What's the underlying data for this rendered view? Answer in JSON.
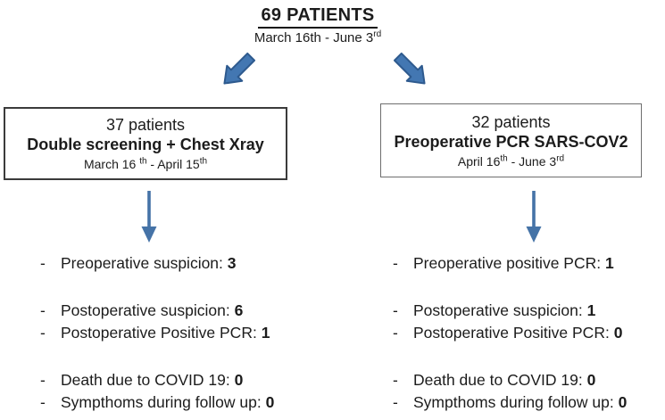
{
  "colors": {
    "arrow_fill": "#4377B2",
    "arrow_outline": "#2E5A8E",
    "thin_arrow": "#4573A7",
    "left_box_border": "#3B3B3B",
    "right_box_border": "#6E6E6E",
    "text": "#1C1C1C"
  },
  "header": {
    "title": "69 PATIENTS",
    "subtitle_main": "March 16th - June 3",
    "subtitle_sup": "rd"
  },
  "left_branch": {
    "box": {
      "patients": "37 patients",
      "method": "Double screening + Chest Xray",
      "date_p1": "March 16 ",
      "date_s1": "th",
      "date_p2": " - April 15",
      "date_s2": "th"
    },
    "bullet": "-",
    "items": [
      {
        "label": "Preoperative suspicion: ",
        "value": "3"
      },
      {
        "label": "Postoperative suspicion: ",
        "value": "6"
      },
      {
        "label": "Postoperative Positive PCR: ",
        "value": "1"
      },
      {
        "label": "Death due to COVID 19: ",
        "value": "0"
      },
      {
        "label": "Sympthoms during follow up: ",
        "value": "0"
      }
    ]
  },
  "right_branch": {
    "box": {
      "patients": "32 patients",
      "method": "Preoperative PCR SARS-COV2",
      "date_p1": "April 16",
      "date_s1": "th",
      "date_p2": " -  June 3",
      "date_s2": "rd"
    },
    "bullet": "-",
    "items": [
      {
        "label": "Preoperative positive PCR: ",
        "value": "1"
      },
      {
        "label": "Postoperative suspicion: ",
        "value": "1"
      },
      {
        "label": "Postoperative Positive PCR: ",
        "value": "0"
      },
      {
        "label": "Death due to COVID 19: ",
        "value": "0"
      },
      {
        "label": "Sympthoms during follow up: ",
        "value": "0"
      }
    ]
  }
}
